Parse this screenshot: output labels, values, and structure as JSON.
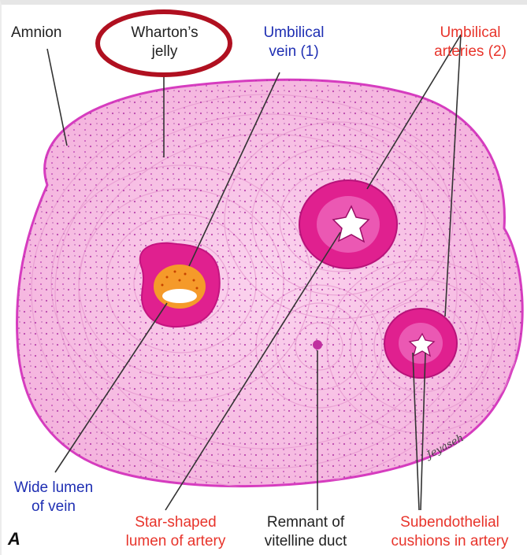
{
  "labels": {
    "amnion": "Amnion",
    "whartons_jelly": [
      "Wharton’s",
      "jelly"
    ],
    "umbilical_vein": [
      "Umbilical",
      "vein (1)"
    ],
    "umbilical_arteries": [
      "Umbilical",
      "arteries (2)"
    ],
    "wide_lumen": [
      "Wide lumen",
      "of vein"
    ],
    "star_lumen": [
      "Star-shaped",
      "lumen of artery"
    ],
    "remnant": [
      "Remnant of",
      "vitelline duct"
    ],
    "subendothelial": [
      "Subendothelial",
      "cushions in artery"
    ]
  },
  "figure_letter": "A",
  "signature": "Jeyaseh",
  "colors": {
    "tissue": "#f6bde4",
    "tissue_edge": "#d63cbf",
    "vessel_wall": "#e0208f",
    "lumen_fill": "#f59a2a",
    "label_blue": "#1f2fb3",
    "label_red": "#e8342b",
    "highlight_circle": "#b01020"
  }
}
